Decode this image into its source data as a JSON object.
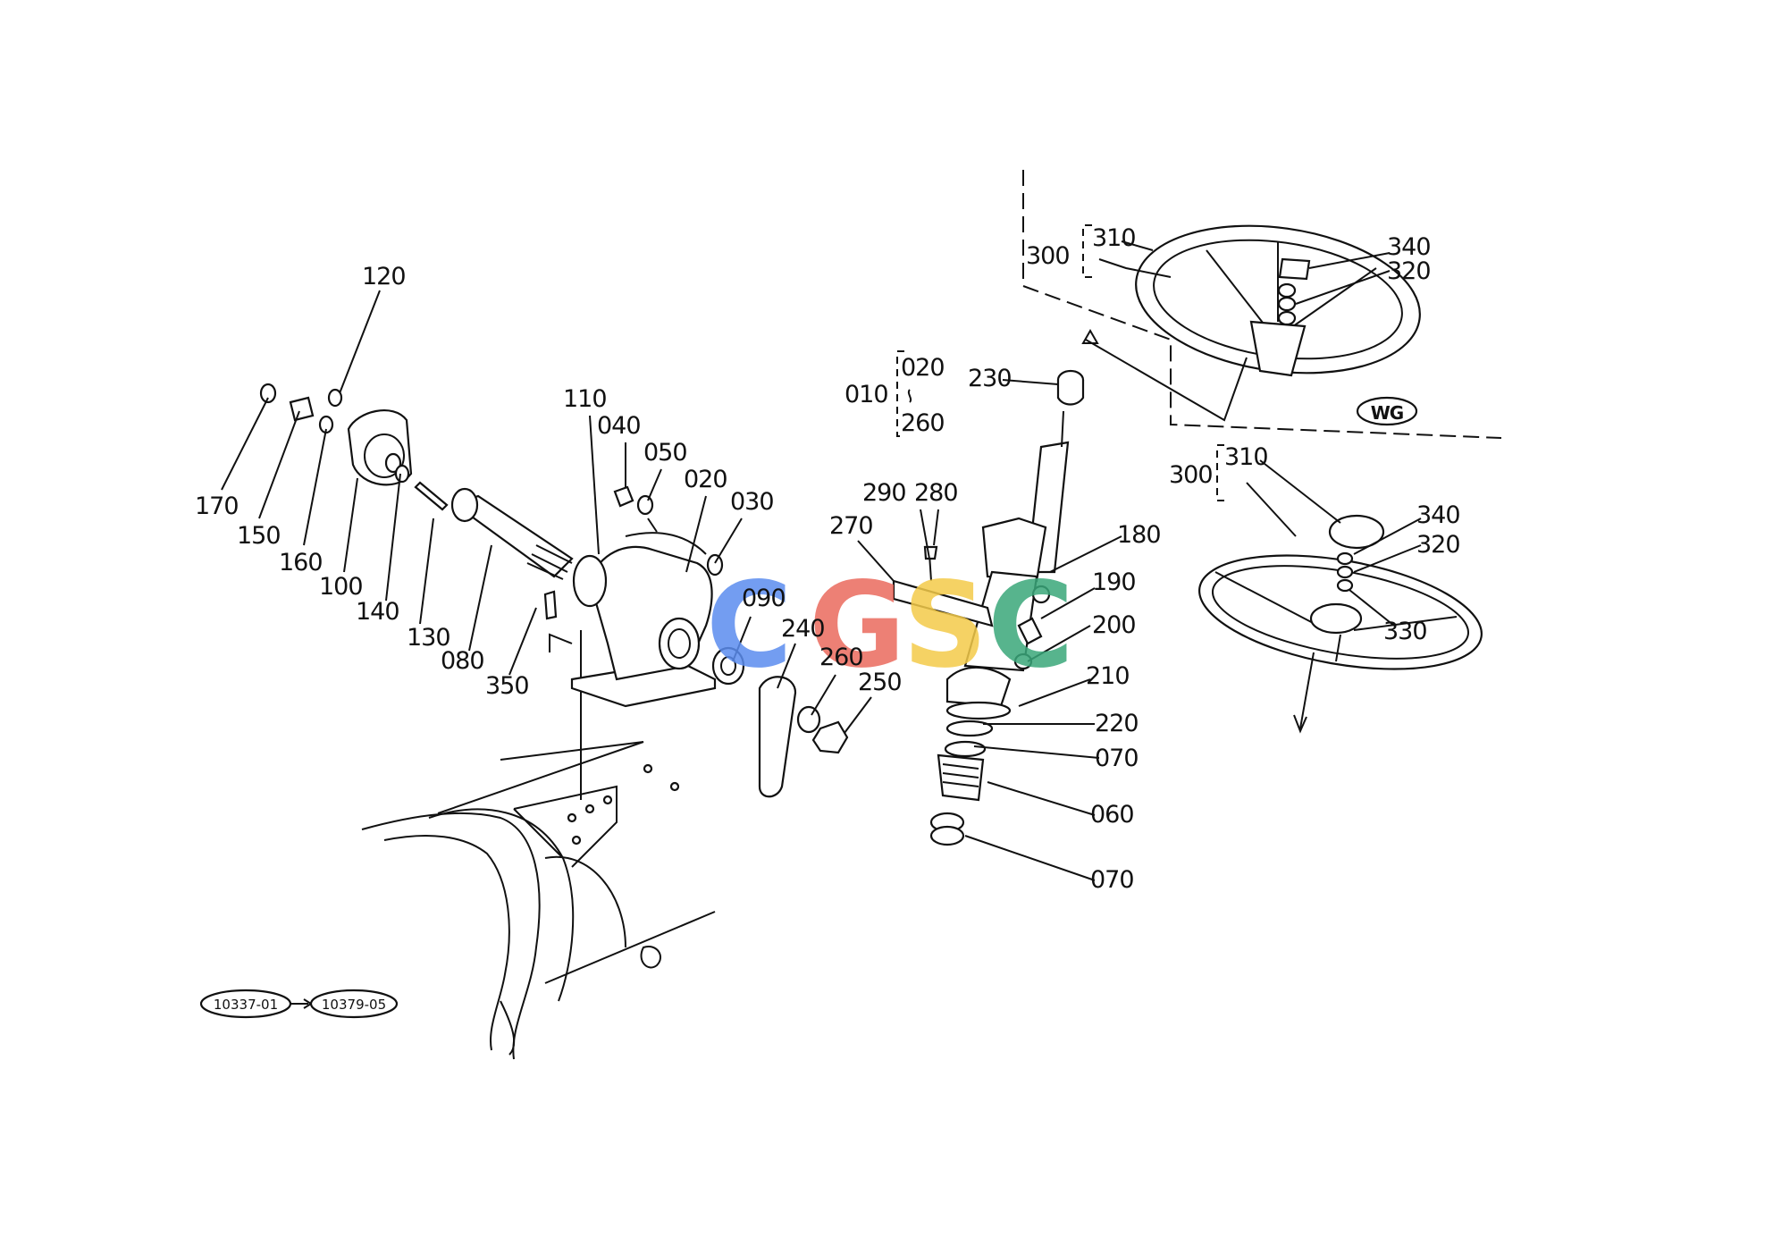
{
  "labels": {
    "l010": "010",
    "l020a": "020",
    "l260a": "260",
    "l020": "020",
    "l030": "030",
    "l040": "040",
    "l050": "050",
    "l060": "060",
    "l070a": "070",
    "l070b": "070",
    "l080": "080",
    "l090": "090",
    "l100": "100",
    "l110": "110",
    "l120": "120",
    "l130": "130",
    "l140": "140",
    "l150": "150",
    "l160": "160",
    "l170": "170",
    "l180": "180",
    "l190": "190",
    "l200": "200",
    "l210": "210",
    "l220": "220",
    "l230": "230",
    "l240": "240",
    "l250": "250",
    "l260": "260",
    "l270": "270",
    "l280": "280",
    "l290": "290",
    "l300a": "300",
    "l310a": "310",
    "l320a": "320",
    "l340a": "340",
    "l300b": "300",
    "l310b": "310",
    "l320b": "320",
    "l330": "330",
    "l340b": "340",
    "l350": "350"
  },
  "badges": {
    "wg": "WG"
  },
  "serial": {
    "from": "10337-01",
    "to": "10379-05"
  },
  "watermark": {
    "letters": [
      "C",
      "G",
      "S",
      "C"
    ],
    "colors": [
      "#5b8def",
      "#ea6a5e",
      "#f4cb4a",
      "#3aa77a"
    ]
  }
}
